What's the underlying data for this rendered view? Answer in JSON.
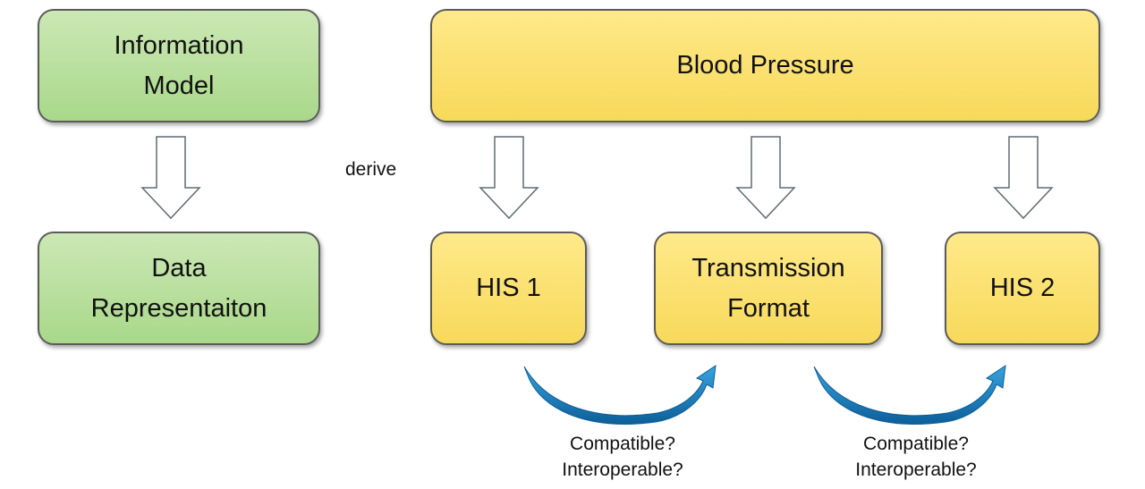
{
  "left_column": {
    "top_box": "Information\nModel",
    "bottom_box": "Data\nRepresentaiton"
  },
  "right_column": {
    "top_box": "Blood Pressure",
    "boxes": [
      "HIS 1",
      "Transmission\nFormat",
      "HIS 2"
    ]
  },
  "arrow_label": "derive",
  "curved_labels": [
    "Compatible?\nInteroperable?",
    "Compatible?\nInteroperable?"
  ],
  "colors": {
    "green_fill": "#b5dc98",
    "yellow_fill": "#fae06e",
    "box_border": "#5b5b5b",
    "curved_arrow": "#1a7fc1"
  }
}
